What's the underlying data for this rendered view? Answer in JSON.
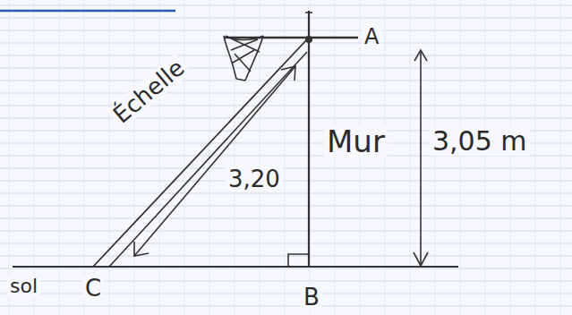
{
  "diagram": {
    "labels": [
      "Échelle",
      "3,20",
      "Mur",
      "A",
      "3,05 m",
      "sol",
      "C",
      "B"
    ]
  }
}
